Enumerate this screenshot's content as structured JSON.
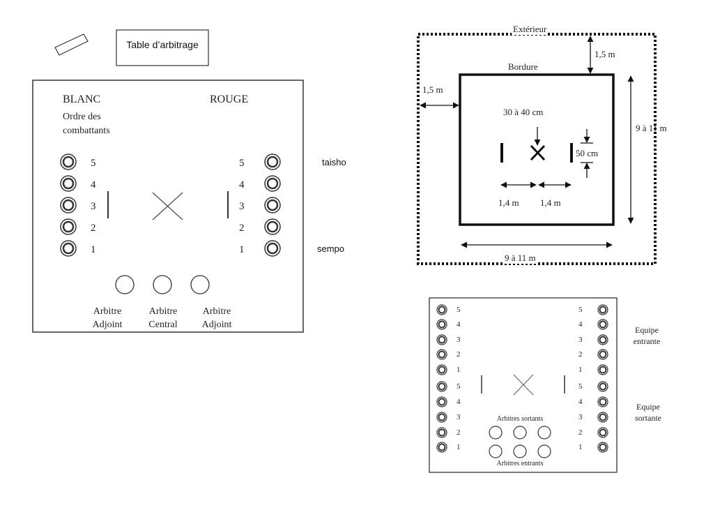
{
  "left_diagram": {
    "table_label": "Table d’arbitrage",
    "blanc": "BLANC",
    "rouge": "ROUGE",
    "order_line1": "Ordre des",
    "order_line2": "combattants",
    "ranks": [
      "5",
      "4",
      "3",
      "2",
      "1"
    ],
    "taisho": "taisho",
    "sempo": "sempo",
    "referees": [
      {
        "line1": "Arbitre",
        "line2": "Adjoint"
      },
      {
        "line1": "Arbitre",
        "line2": "Central"
      },
      {
        "line1": "Arbitre",
        "line2": "Adjoint"
      }
    ]
  },
  "court_diagram": {
    "exterior": "Extérieur",
    "border": "Bordure",
    "margin_top": "1,5 m",
    "margin_left": "1,5 m",
    "center_distance": "30 à 40 cm",
    "line_length": "50 cm",
    "side": "9 à 11 m",
    "bottom": "9 à 11 m",
    "left_spacing": "1,4 m",
    "right_spacing": "1,4 m"
  },
  "team_diagram": {
    "ranks_top": [
      "5",
      "4",
      "3",
      "2",
      "1"
    ],
    "ranks_bottom": [
      "5",
      "4",
      "3",
      "2",
      "1"
    ],
    "entering_line1": "Equipe",
    "entering_line2": "entrante",
    "leaving_line1": "Equipe",
    "leaving_line2": "sortante",
    "refs_leaving": "Arbitres sortants",
    "refs_entering": "Arbitres entrants"
  }
}
